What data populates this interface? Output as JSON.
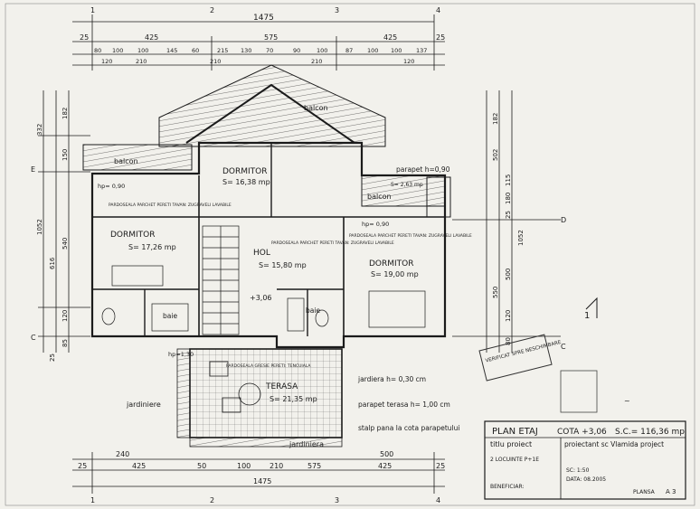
{
  "dimensions": {
    "top_total": "1475",
    "top_segments": [
      "25",
      "425",
      "575",
      "425",
      "25"
    ],
    "top_detail": [
      "80",
      "100",
      "100",
      "145",
      "60",
      "215",
      "130",
      "70",
      "90",
      "100",
      "87",
      "100",
      "100",
      "137"
    ],
    "top_detail_second": [
      "120",
      "210",
      "210",
      "210",
      "120"
    ],
    "bottom_segments": [
      "240",
      "500"
    ],
    "bottom_detail": [
      "25",
      "425",
      "50",
      "100",
      "210",
      "575",
      "425",
      "25"
    ],
    "bottom_total": "1475",
    "left_vertical": [
      "332",
      "182",
      "150",
      "1052",
      "540",
      "616",
      "120",
      "85",
      "25"
    ],
    "right_vertical": [
      "182",
      "502",
      "115",
      "180",
      "25",
      "1052",
      "500",
      "550",
      "120",
      "80"
    ]
  },
  "axes": {
    "columns": [
      "1",
      "2",
      "3",
      "4"
    ],
    "rows": [
      "E",
      "D",
      "C"
    ]
  },
  "rooms": [
    {
      "name": "DORMITOR",
      "area": "S= 16,38 mp",
      "floor": "PARDOSEALA PARCHET PERETI TAVAN: ZUGRAVELI LAVABILE"
    },
    {
      "name": "DORMITOR",
      "area": "S= 17,26 mp",
      "floor": "PARDOSEALA PARCHET PERETI TAVAN: ZUGRAVELI LAVABILE"
    },
    {
      "name": "HOL",
      "area": "S= 15,80 mp",
      "floor": "PARDOSEALA PARCHET PERETI TAVAN: ZUGRAVELI LAVABILE"
    },
    {
      "name": "DORMITOR",
      "area": "S= 19,00 mp",
      "floor": "PARDOSEALA PARCHET PERETI TAVAN: ZUGRAVELI LAVABILE"
    },
    {
      "name": "TERASA",
      "area": "S= 21,35 mp",
      "floor": "PARDOSEALA GRESIE PERETI: TENCUIALA"
    }
  ],
  "labels": {
    "balcon_left": "balcon",
    "balcon_top": "balcon",
    "balcon_right": "balcon",
    "baie_left": "baie",
    "baie_right": "baie",
    "parapet": "parapet h=0,90",
    "hp_left": "hp= 0,90",
    "hp_right": "hp= 0,90",
    "hp_terrace": "hp=1,30",
    "level_mark": "+3,06",
    "jardiniere": "jardiniere",
    "jardiniera": "jardiniera",
    "jardiera_note": "jardiera h= 0,30 cm",
    "parapet_note": "parapet terasa h= 1,00 cm",
    "stalp_note": "stalp pana la cota parapetului",
    "section_mark": "1",
    "area_small": "S= 2,63 mp"
  },
  "title_block": {
    "plan_title": "PLAN ETAJ",
    "cota": "COTA +3,06",
    "sc": "S.C.= 116,36 mp",
    "titlu_proiect": "titlu proiect",
    "proiectant": "proiectant sc Vlamida project",
    "address": "2 LOCUINTE P+1E",
    "beneficiar_label": "BENEFICIAR:",
    "sheet_label": "PLANSA",
    "sheet_number": "A 3",
    "scale": "SC: 1:50",
    "date": "DATA: 08.2005"
  },
  "stamp_text": "VERIFICAT SPRE NESCHIMBARE",
  "colors": {
    "paper": "#f2f1ec",
    "ink": "#1b1b1b"
  }
}
